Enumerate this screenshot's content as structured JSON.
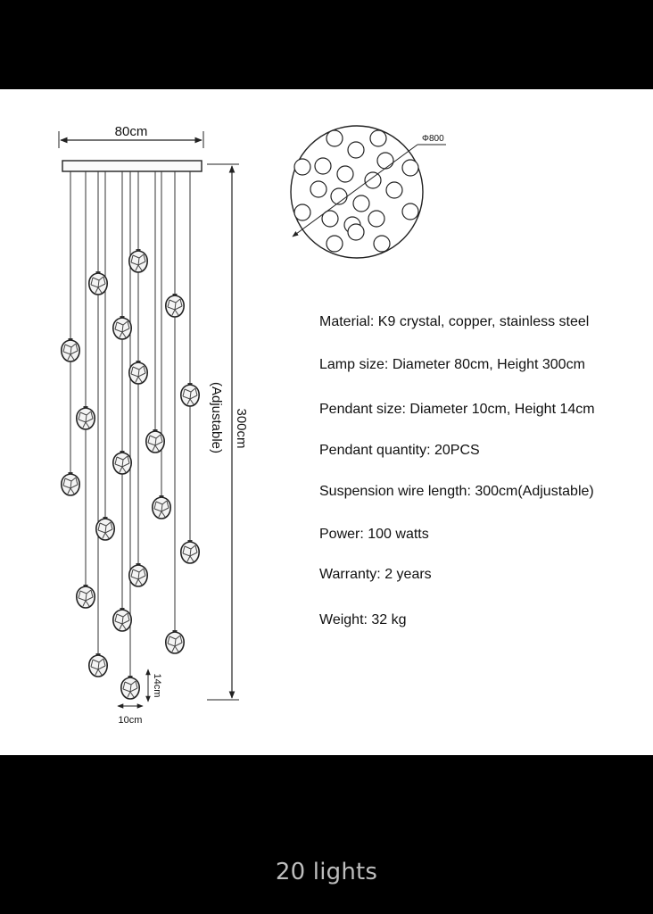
{
  "dimensions": {
    "canopy_width": "80cm",
    "height": "300cm",
    "height_note": "(Adjustable)",
    "pendant_height": "14cm",
    "pendant_width": "10cm",
    "top_diameter": "Φ800"
  },
  "specs": [
    "Material: K9 crystal, copper, stainless steel",
    "Lamp size: Diameter 80cm, Height 300cm",
    "Pendant size: Diameter 10cm, Height 14cm",
    "Pendant quantity: 20PCS",
    "Suspension wire length: 300cm(Adjustable)",
    "Power: 100 watts",
    "Warranty: 2 years",
    "Weight: 32 kg"
  ],
  "caption": "20 lights",
  "colors": {
    "background": "#000000",
    "panel": "#ffffff",
    "line": "#222222",
    "caption": "#bdbdbd"
  }
}
